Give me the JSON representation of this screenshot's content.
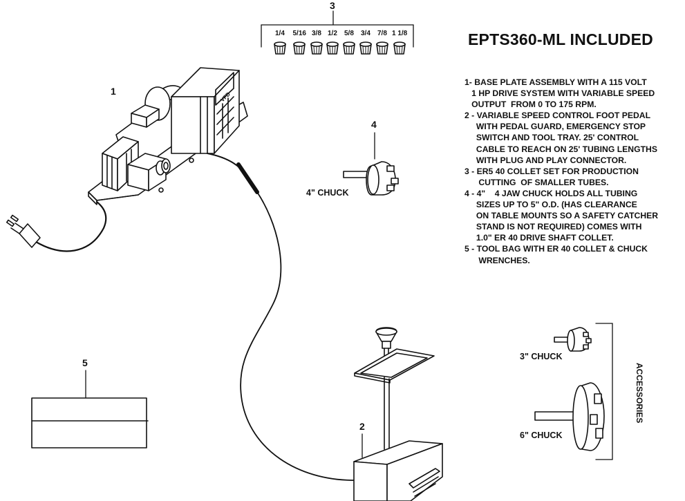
{
  "title": "EPTS360-ML INCLUDED",
  "description_lines": [
    "1- BASE PLATE ASSEMBLY WITH A 115 VOLT",
    "   1 HP DRIVE SYSTEM WITH VARIABLE SPEED",
    "   OUTPUT  FROM 0 TO 175 RPM.",
    "2 - VARIABLE SPEED CONTROL FOOT PEDAL",
    "     WITH PEDAL GUARD, EMERGENCY STOP",
    "     SWITCH AND TOOL TRAY. 25' CONTROL",
    "     CABLE TO REACH ON 25' TUBING LENGTHS",
    "     WITH PLUG AND PLAY CONNECTOR.",
    "3 - ER5 40 COLLET SET FOR PRODUCTION",
    "      CUTTING  OF SMALLER TUBES.",
    "4 - 4\"    4 JAW CHUCK HOLDS ALL TUBING",
    "     SIZES UP TO 5\" O.D. (HAS CLEARANCE",
    "     ON TABLE MOUNTS SO A SAFETY CATCHER",
    "     STAND IS NOT REQUIRED) COMES WITH",
    "     1.0\" ER 40 DRIVE SHAFT COLLET.",
    "5 - TOOL BAG WITH ER 40 COLLET & CHUCK",
    "      WRENCHES."
  ],
  "callouts": {
    "c1": "1",
    "c2": "2",
    "c3": "3",
    "c4": "4",
    "c5": "5"
  },
  "collet_sizes": [
    "1/4",
    "5/16",
    "3/8",
    "1/2",
    "5/8",
    "3/4",
    "7/8",
    "1 1/8"
  ],
  "chuck_labels": {
    "four_inch": "4\" CHUCK",
    "three_inch": "3\" CHUCK",
    "six_inch": "6\" CHUCK"
  },
  "accessories_label": "ACCESSORIES",
  "display_label": "VFD"
}
